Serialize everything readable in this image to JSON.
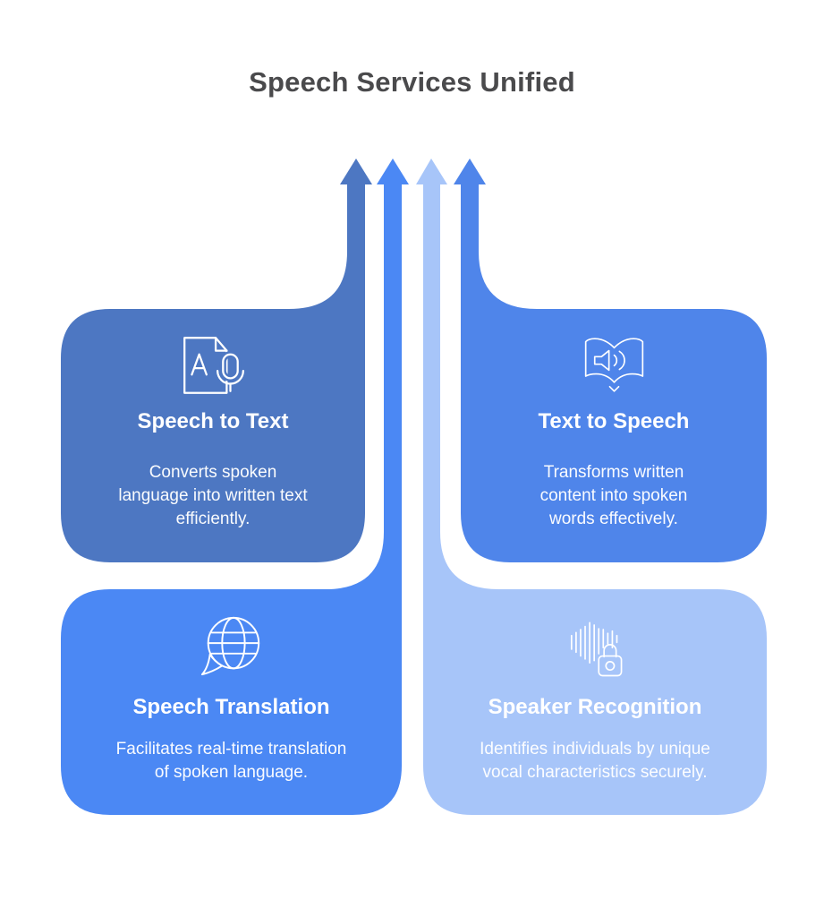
{
  "title": {
    "text": "Speech Services Unified",
    "color": "#4a4a4c"
  },
  "background_color": "#ffffff",
  "cards": [
    {
      "title": "Speech to Text",
      "color": "#4d77c2",
      "icon": "document-microphone-icon",
      "lines": [
        "Converts spoken",
        "language into written text",
        "efficiently."
      ]
    },
    {
      "title": "Text to Speech",
      "color": "#4f85ea",
      "icon": "book-speaker-icon",
      "lines": [
        "Transforms written",
        "content into spoken",
        "words effectively."
      ]
    },
    {
      "title": "Speech Translation",
      "color": "#4b88f4",
      "icon": "globe-chat-bubble-icon",
      "lines": [
        "Facilitates real-time translation",
        "of spoken language."
      ]
    },
    {
      "title": "Speaker Recognition",
      "color": "#a7c5f9",
      "icon": "voice-waveform-lock-icon",
      "lines": [
        "Identifies individuals by unique",
        "vocal characteristics securely."
      ]
    }
  ]
}
